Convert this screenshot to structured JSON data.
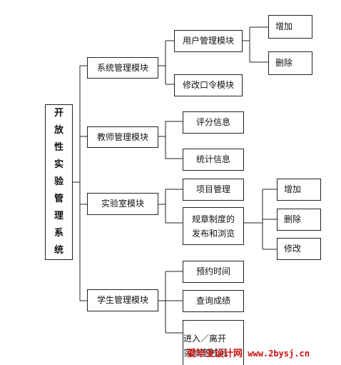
{
  "diagram": {
    "root": [
      "开",
      "放",
      "性",
      "实",
      "验",
      "管",
      "理",
      "系",
      "统"
    ],
    "modules": {
      "system": {
        "label": "系统管理模块",
        "user_mgmt": {
          "label": "用户管理模块",
          "add": "增加",
          "delete": "删除"
        },
        "change_password": "修改口令模块"
      },
      "teacher": {
        "label": "教师管理模块",
        "grading": "评分信息",
        "statistics": "统计信息"
      },
      "lab": {
        "label": "实验室模块",
        "projects": "项目管理",
        "rules": {
          "line1": "规章制度的",
          "line2": "发布和浏览",
          "add": "增加",
          "delete": "删除",
          "modify": "修改"
        }
      },
      "student": {
        "label": "学生管理模块",
        "booking": "预约时间",
        "grades": "查询成绩",
        "lab_time": {
          "line1": "进入／离开",
          "line2": "实验室时间"
        }
      }
    }
  },
  "watermark": {
    "cn": "爱毕业设计网",
    "url": "www.2bysj.cn"
  }
}
